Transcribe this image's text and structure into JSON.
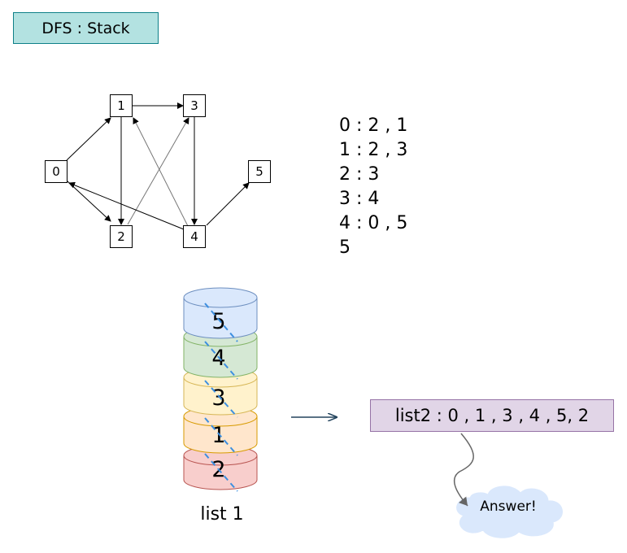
{
  "title": "DFS : Stack",
  "graph": {
    "nodes": [
      "0",
      "1",
      "2",
      "3",
      "4",
      "5"
    ],
    "edges": [
      [
        "0",
        "1"
      ],
      [
        "0",
        "2"
      ],
      [
        "1",
        "3"
      ],
      [
        "1",
        "2"
      ],
      [
        "2",
        "3"
      ],
      [
        "3",
        "4"
      ],
      [
        "4",
        "1"
      ],
      [
        "4",
        "0"
      ],
      [
        "4",
        "5"
      ]
    ]
  },
  "adjacency": [
    "0 : 2 , 1",
    "1 : 2 , 3",
    "2 : 3",
    "3 : 4",
    "4 : 0 , 5",
    "5"
  ],
  "stack": {
    "items": [
      "5",
      "4",
      "3",
      "1",
      "2"
    ],
    "colors": [
      "#dae8fc",
      "#d5e8d4",
      "#fff2cc",
      "#ffe6cc",
      "#f8cecc"
    ],
    "borders": [
      "#6c8ebf",
      "#82b366",
      "#d6b656",
      "#d79b00",
      "#b85450"
    ],
    "label": "list 1"
  },
  "result": "list2 : 0 , 1 , 3 , 4 , 5, 2",
  "answer": "Answer!",
  "colors": {
    "title_bg": "#b3e2e1",
    "result_bg": "#e1d5e7",
    "cloud": "#dae8fc",
    "strike": "#3d8fe0"
  }
}
